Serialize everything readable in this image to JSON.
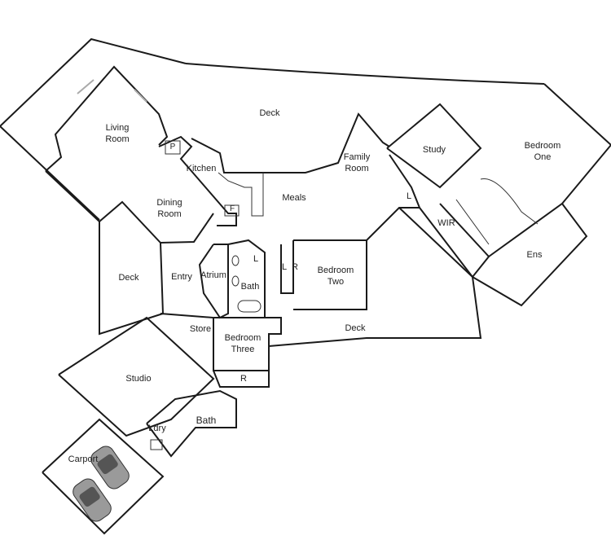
{
  "rooms": {
    "deck_top": "Deck",
    "living_room": "Living\nRoom",
    "kitchen": "Kitchen",
    "pantry": "P",
    "fridge": "F",
    "dining_room": "Dining\nRoom",
    "meals": "Meals",
    "family_room": "Family\nRoom",
    "study": "Study",
    "bedroom_one": "Bedroom\nOne",
    "linen_study": "L",
    "wir": "WIR",
    "ensuite": "Ens",
    "deck_left": "Deck",
    "entry": "Entry",
    "atrium": "Atrium",
    "bath_main": "Bath",
    "linen_bath": "L",
    "linen_hall": "L",
    "robe_two": "R",
    "bedroom_two": "Bedroom\nTwo",
    "deck_bottom": "Deck",
    "store": "Store",
    "bedroom_three": "Bedroom\nThree",
    "robe_three": "R",
    "studio": "Studio",
    "laundry": "Ldry",
    "bath_studio": "Bath",
    "carport": "Carport"
  }
}
